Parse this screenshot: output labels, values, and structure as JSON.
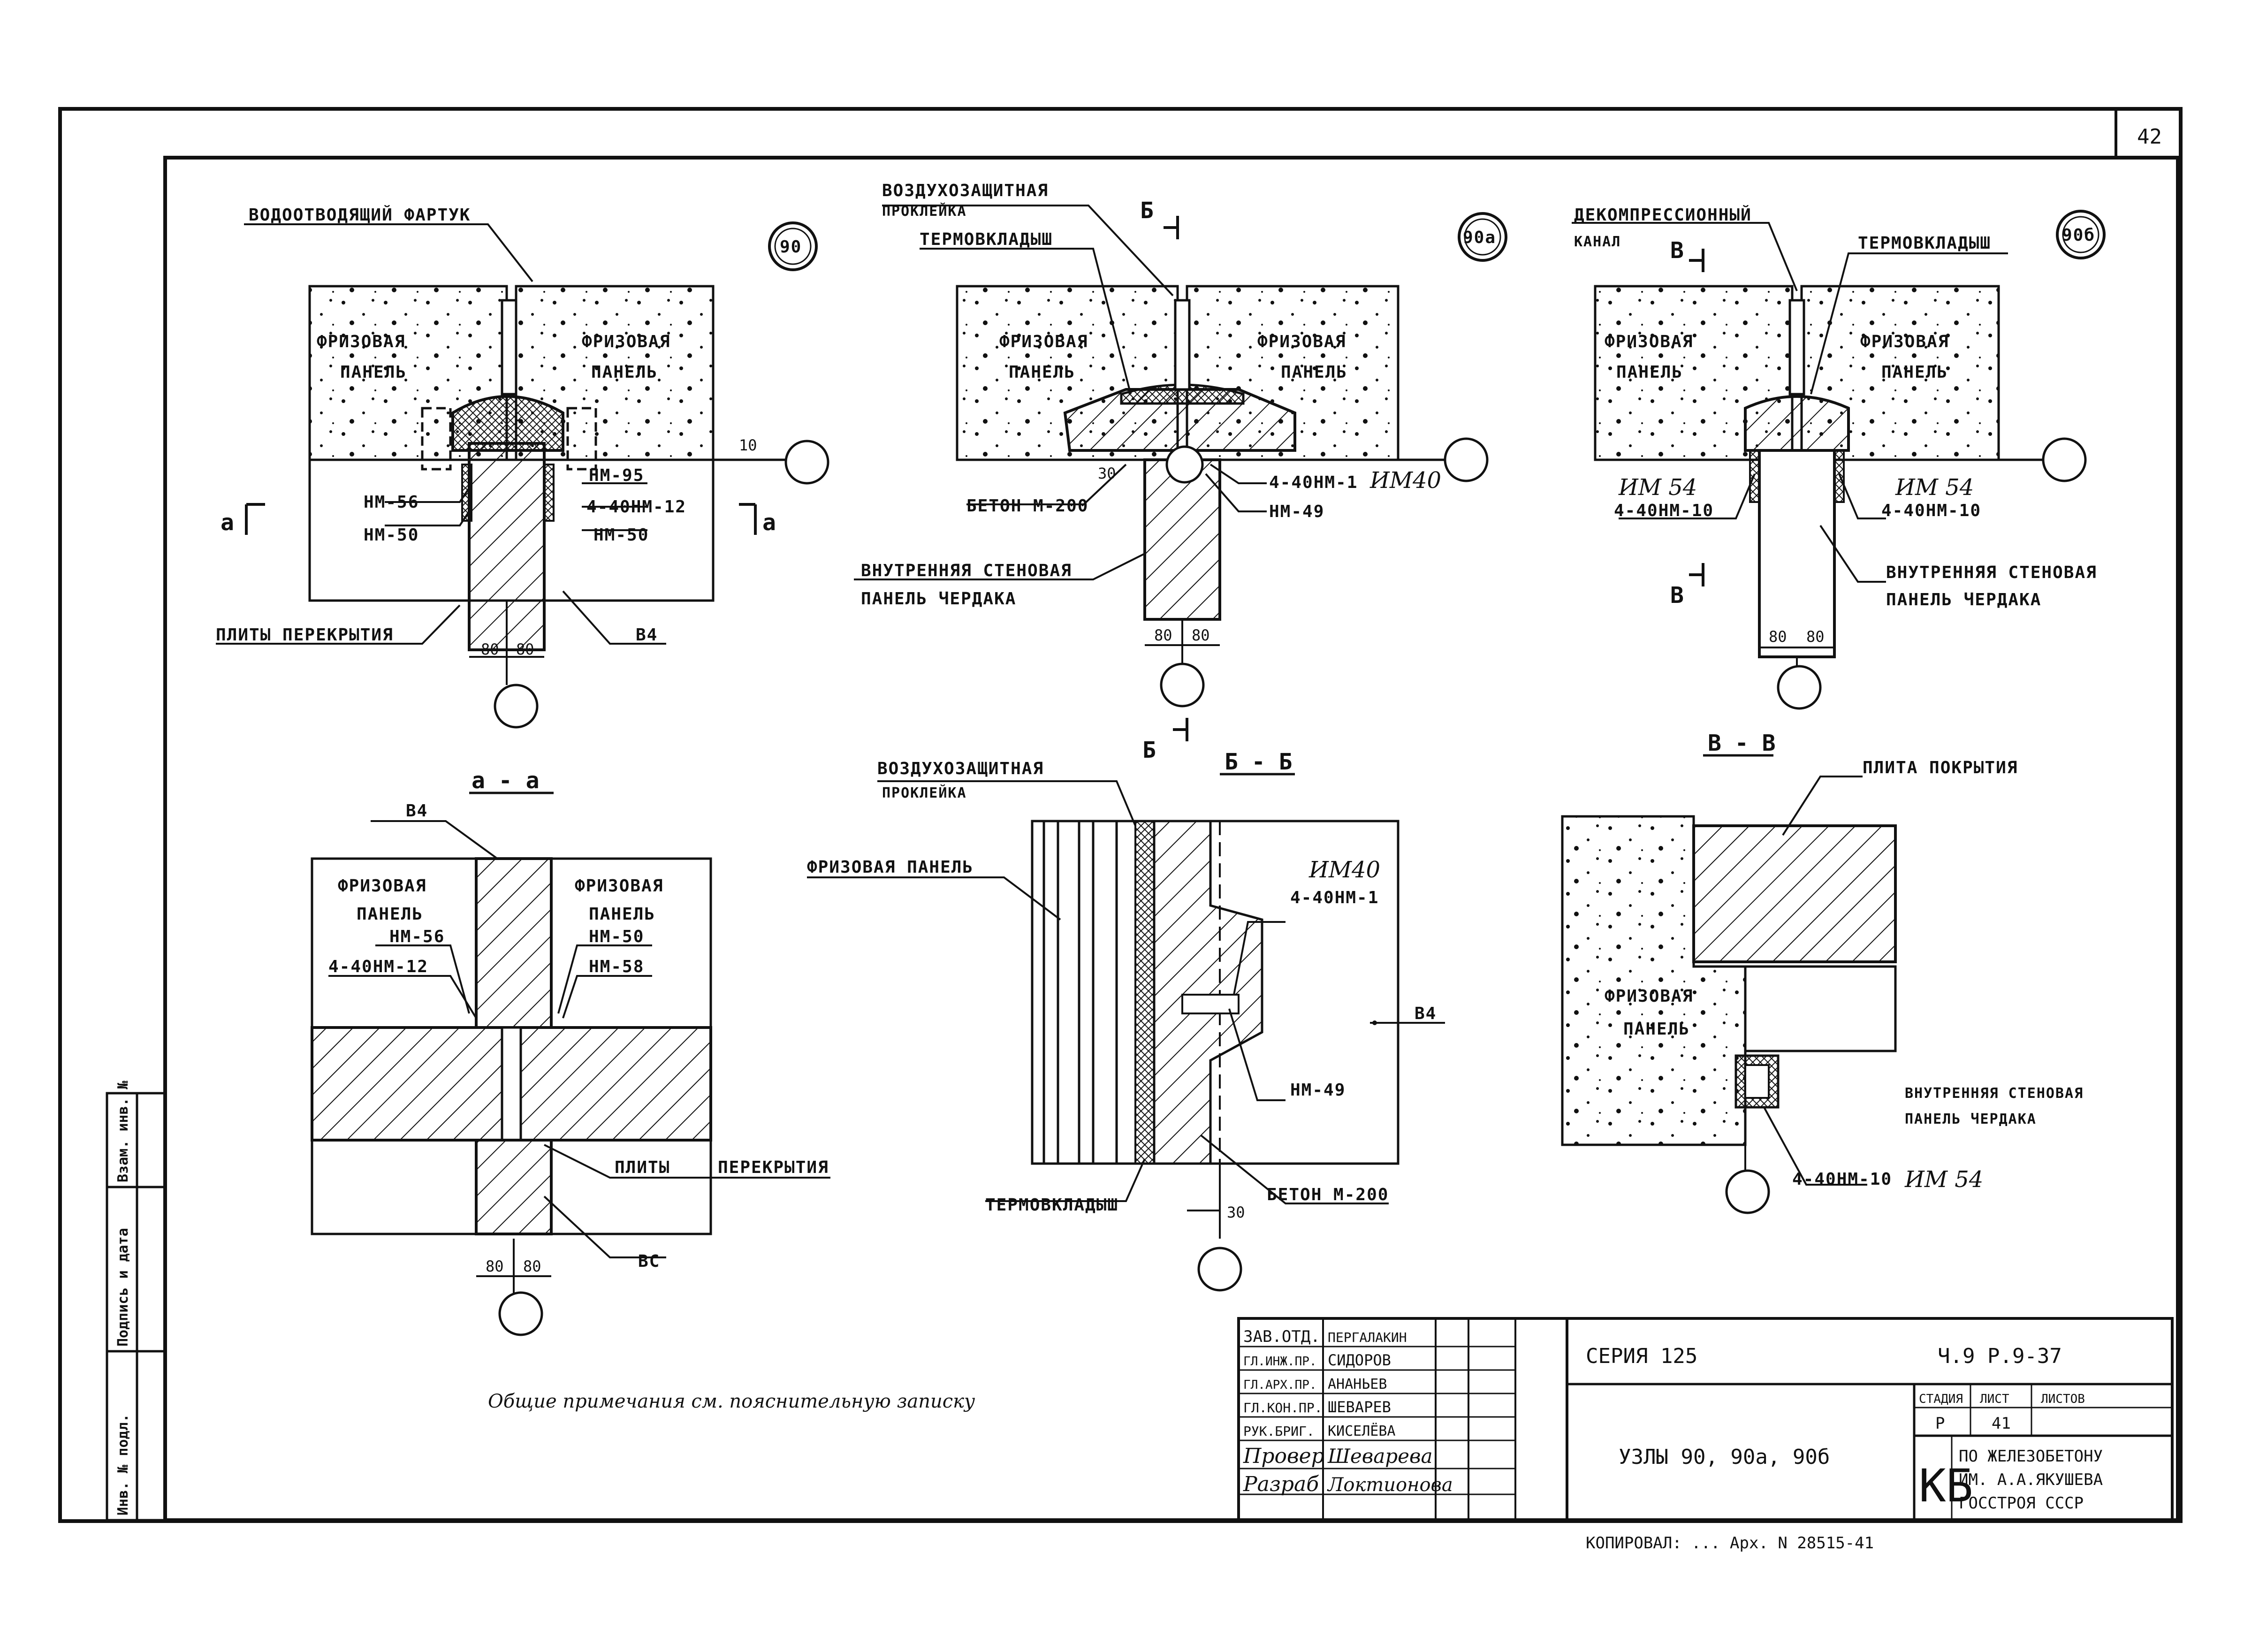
{
  "sheet": {
    "page_number": "42",
    "copy_stamp": "КОПИРОВАЛ: ...  Арх. N 28515-41",
    "general_note": "Общие примечания см. пояснительную записку",
    "sidebar_labels": [
      "Взам. инв. №",
      "Подпись и дата",
      "Инв. № подл."
    ]
  },
  "node_90": {
    "badge": "90",
    "labels": {
      "apron": "ВОДООТВОДЯЩИЙ ФАРТУК",
      "frieze_left_1": "ФРИЗОВАЯ",
      "frieze_left_2": "ПАНЕЛЬ",
      "frieze_right_1": "ФРИЗОВАЯ",
      "frieze_right_2": "ПАНЕЛЬ",
      "nm56": "НМ-56",
      "nm50_left": "НМ-50",
      "nm95": "НМ-95",
      "n4_40nm12": "4-40НМ-12",
      "nm50_right": "НМ-50",
      "slabs": "ПЛИТЫ  ПЕРЕКРЫТИЯ",
      "b4": "В4",
      "dim_10": "10",
      "dim_80a": "80",
      "dim_80b": "80",
      "cut_a_left": "а",
      "cut_a_right": "а"
    }
  },
  "node_90a": {
    "badge": "90а",
    "labels": {
      "air_seal_1": "ВОЗДУХОЗАЩИТНАЯ",
      "air_seal_2": "ПРОКЛЕЙКА",
      "thermo": "ТЕРМОВКЛАДЫШ",
      "cut_b": "Б",
      "frieze_left_1": "ФРИЗОВАЯ",
      "frieze_left_2": "ПАНЕЛЬ",
      "frieze_right_1": "ФРИЗОВАЯ",
      "frieze_right_2": "ПАНЕЛЬ",
      "n4_40nm1": "4-40НМ-1",
      "im40": "ИМ40",
      "nm49": "НМ-49",
      "concrete": "БЕТОН М-200",
      "dim_30": "30",
      "inner_1": "ВНУТРЕННЯЯ  СТЕНОВАЯ",
      "inner_2": "ПАНЕЛЬ  ЧЕРДАКА",
      "dim_80a": "80",
      "dim_80b": "80"
    }
  },
  "node_90b": {
    "badge": "90б",
    "labels": {
      "decompress_1": "ДЕКОМПРЕССИОННЫЙ",
      "decompress_2": "КАНАЛ",
      "thermo": "ТЕРМОВКЛАДЫШ",
      "cut_v_top": "В",
      "cut_v_bottom": "В",
      "frieze_left_1": "ФРИЗОВАЯ",
      "frieze_left_2": "ПАНЕЛЬ",
      "frieze_right_1": "ФРИЗОВАЯ",
      "frieze_right_2": "ПАНЕЛЬ",
      "im54_left": "ИМ 54",
      "n4_40nm10_left": "4-40НМ-10",
      "im54_right": "ИМ 54",
      "n4_40nm10_right": "4-40НМ-10",
      "inner_1": "ВНУТРЕННЯЯ  СТЕНОВАЯ",
      "inner_2": "ПАНЕЛЬ  ЧЕРДАКА",
      "dim_80a": "80",
      "dim_80b": "80"
    }
  },
  "section_aa": {
    "title": "а - а",
    "labels": {
      "b4": "В4",
      "frieze_left_1": "ФРИЗОВАЯ",
      "frieze_left_2": "ПАНЕЛЬ",
      "frieze_right_1": "ФРИЗОВАЯ",
      "frieze_right_2": "ПАНЕЛЬ",
      "nm56": "НМ-56",
      "n4_40nm12": "4-40НМ-12",
      "nm50": "НМ-50",
      "nm58": "НМ-58",
      "slabs_1": "ПЛИТЫ",
      "slabs_2": "ПЕРЕКРЫТИЯ",
      "bc": "ВС",
      "dim_80a": "80",
      "dim_80b": "80"
    }
  },
  "section_bb": {
    "title": "Б - Б",
    "labels": {
      "air_seal_1": "ВОЗДУХОЗАЩИТНАЯ",
      "air_seal_2": "ПРОКЛЕЙКА",
      "frieze": "ФРИЗОВАЯ  ПАНЕЛЬ",
      "im40": "ИМ40",
      "n4_40nm1": "4-40НМ-1",
      "b4": "В4",
      "nm49": "НМ-49",
      "thermo": "ТЕРМОВКЛАДЫШ",
      "concrete": "БЕТОН М-200",
      "dim_30": "30"
    }
  },
  "section_vv": {
    "title": "В - В",
    "labels": {
      "roof_slab": "ПЛИТА  ПОКРЫТИЯ",
      "frieze_1": "ФРИЗОВАЯ",
      "frieze_2": "ПАНЕЛЬ",
      "inner_1": "ВНУТРЕННЯЯ СТЕНОВАЯ",
      "inner_2": "ПАНЕЛЬ  ЧЕРДАКА",
      "n4_40nm10": "4-40НМ-10",
      "im54": "ИМ 54"
    }
  },
  "title_block": {
    "series": "СЕРИЯ 125",
    "code": "Ч.9 Р.9-37",
    "roles": [
      "ЗАВ.ОТД.",
      "ГЛ.ИНЖ.ПР.",
      "ГЛ.АРХ.ПР.",
      "ГЛ.КОН.ПР.",
      "РУК.БРИГ.",
      "Провер",
      "Разраб"
    ],
    "names": [
      "ПЕРГАЛАКИН",
      "СИДОРОВ",
      "АНАНЬЕВ",
      "ШЕВАРЕВ",
      "КИСЕЛЁВА",
      "Шеварева",
      "Локтионова"
    ],
    "drawing_title": "УЗЛЫ 90, 90а, 90б",
    "stage_header": "СТАДИЯ",
    "sheet_header": "ЛИСТ",
    "sheets_header": "ЛИСТОВ",
    "stage": "Р",
    "sheet": "41",
    "org_short": "КБ",
    "org_line1": "ПО ЖЕЛЕЗОБЕТОНУ",
    "org_line2": "ИМ. А.А.ЯКУШЕВА",
    "org_line3": "ГОССТРОЯ СССР"
  }
}
